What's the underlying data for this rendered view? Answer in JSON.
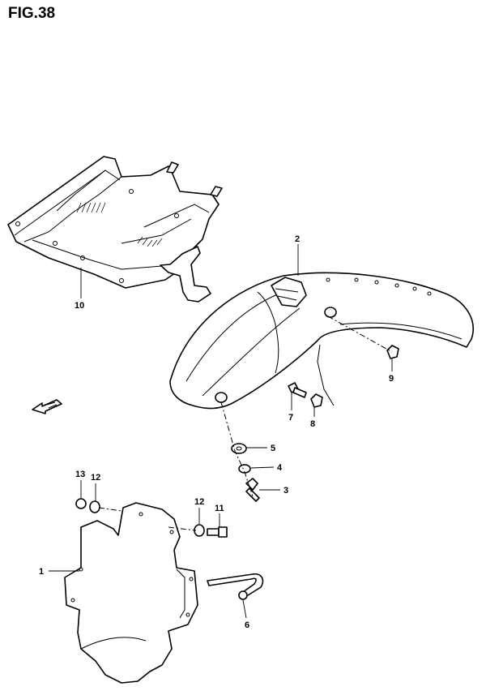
{
  "figure": {
    "title": "FIG.38"
  },
  "callouts": {
    "c1": "1",
    "c2": "2",
    "c3": "3",
    "c4": "4",
    "c5": "5",
    "c6": "6",
    "c7": "7",
    "c8": "8",
    "c9": "9",
    "c10": "10",
    "c11": "11",
    "c12a": "12",
    "c12b": "12",
    "c13": "13"
  }
}
